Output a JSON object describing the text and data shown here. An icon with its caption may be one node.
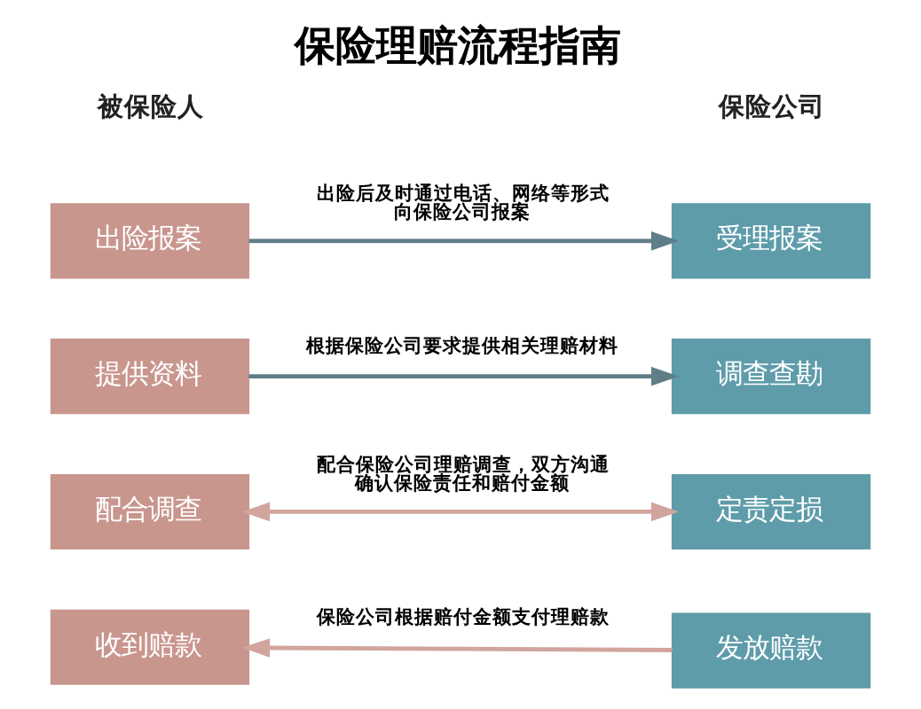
{
  "diagram": {
    "title": "保险理赔流程指南",
    "nodes": [
      {
        "text": [
          "出险报案"
        ]
      },
      {
        "text": [
          "受理报案"
        ]
      },
      {
        "text": [
          "提供资料"
        ]
      },
      {
        "text": [
          "调查查勘"
        ]
      },
      {
        "text": [
          "配合调查"
        ]
      },
      {
        "text": [
          "定责定损"
        ]
      },
      {
        "text": [
          "收到赔款"
        ]
      },
      {
        "text": [
          "发放赔款"
        ]
      }
    ],
    "edges": [
      {
        "from": 0,
        "to": 1,
        "arrow": "to",
        "label": "出险后及时通过电话、网络等形式向保险公司报案",
        "color": "#5f7e88"
      },
      {
        "from": 2,
        "to": 3,
        "arrow": "to",
        "label": "根据保险公司要求提供相关理赔材料",
        "color": "#5f7e88"
      },
      {
        "from": 4,
        "to": 5,
        "arrow": "both",
        "label": "配合保险公司理赔调查，双方沟通确认保险责任和赔付金额",
        "color": "#d1a59d"
      },
      {
        "from": 7,
        "to": 6,
        "arrow": "to",
        "label": "保险公司根据赔付金额支付理赔款",
        "color": "#d1a59d"
      }
    ],
    "labels": [
      "被保险人",
      "保险公司"
    ]
  }
}
